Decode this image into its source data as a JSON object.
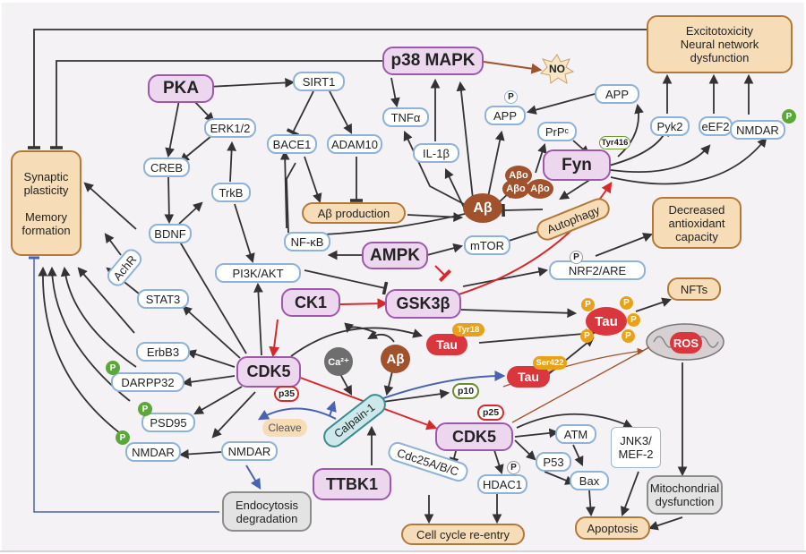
{
  "outcomes": {
    "synaptic": "Synaptic\nplasticity\n\nMemory\nformation",
    "excitotoxicity": "Excitotoxicity\nNeural network\ndysfunction",
    "antioxidant": "Decreased\nantioxidant\ncapacity",
    "ab_production": "Aβ production",
    "cell_cycle": "Cell cycle re-entry",
    "apoptosis": "Apoptosis",
    "endocytosis": "Endocytosis\ndegradation",
    "mito": "Mitochondrial\ndysfunction",
    "nfts": "NFTs",
    "no": "NO"
  },
  "kinases": {
    "pka": "PKA",
    "p38": "p38 MAPK",
    "fyn": "Fyn",
    "ampk": "AMPK",
    "ck1": "CK1",
    "gsk3b": "GSK3β",
    "cdk5_top": "CDK5",
    "cdk5_bottom": "CDK5",
    "ttbk1": "TTBK1"
  },
  "nodes": {
    "sirt1": "SIRT1",
    "erk": "ERK1/2",
    "creb": "CREB",
    "trkb": "TrkB",
    "bace1": "BACE1",
    "adam10": "ADAM10",
    "bdnf": "BDNF",
    "achr": "AchR",
    "nfkb": "NF-κB",
    "pi3k": "PI3K/AKT",
    "stat3": "STAT3",
    "erbb3": "ErbB3",
    "darpp32": "DARPP32",
    "psd95": "PSD95",
    "nmdar_left": "NMDAR",
    "nmdar_mid": "NMDAR",
    "nmdar_right": "NMDAR",
    "tnfa": "TNFα",
    "il1b": "IL-1β",
    "app_left": "APP",
    "app_right": "APP",
    "prpc": "PrPᶜ",
    "pyk2": "Pyk2",
    "eef2": "eEF2",
    "mtor": "mTOR",
    "autophagy": "Autophagy",
    "nrf2": "NRF2/ARE",
    "atm": "ATM",
    "p53": "P53",
    "bax": "Bax",
    "hdac1": "HDAC1",
    "cdc25": "Cdc25A/B/C",
    "jnk3": "JNK3/\nMEF-2",
    "calpain": "Calpain-1",
    "cleave": "Cleave"
  },
  "molecules": {
    "ab_main": "Aβ",
    "ab_center": "Aβ",
    "abo1": "Aβo",
    "abo2": "Aβo",
    "abo3": "Aβo",
    "ca": "Ca²⁺",
    "tau_big": "Tau",
    "tau_tyr18": "Tau",
    "tau_ser422": "Tau",
    "ros": "ROS",
    "p35": "p35",
    "p25": "p25",
    "p10": "p10"
  },
  "tags": {
    "tyr416": "Tyr416",
    "tyr18": "Tyr18",
    "ser422": "Ser422",
    "phospho": "P"
  },
  "colors": {
    "node_border": "#8fb2d8",
    "kinase_fill": "#ecd7ef",
    "kinase_border": "#9d59a9",
    "outcome_fill": "#f6ddb8",
    "ab_brown": "#a0522d",
    "tau_red": "#d9363e",
    "phospho_green": "#5aa83a",
    "phospho_yellow": "#e8a21a",
    "activation_red": "#d62a2a",
    "blue_arrow": "#4a63b0"
  }
}
